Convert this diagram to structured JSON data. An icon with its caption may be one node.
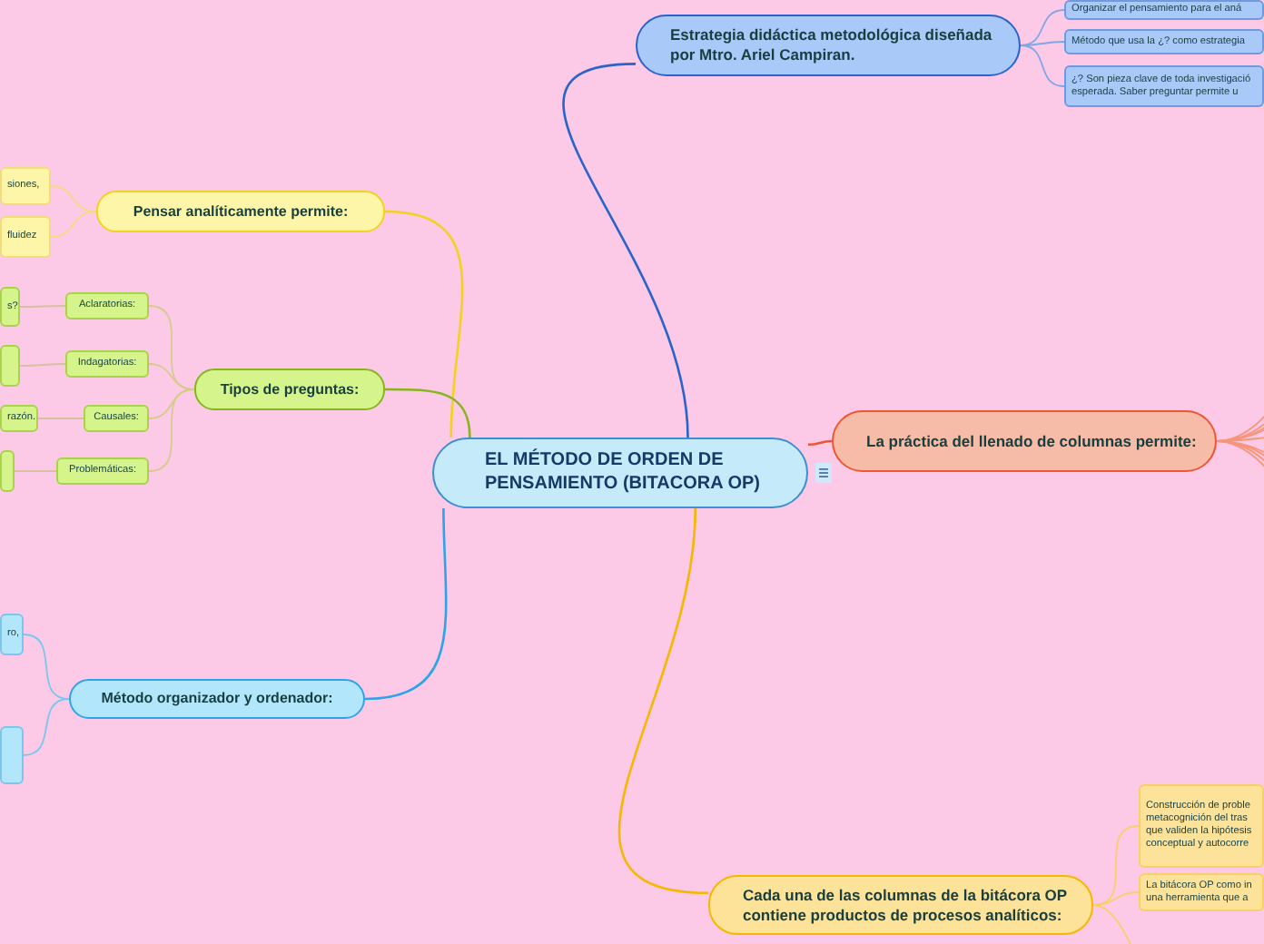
{
  "diagram": {
    "nodes": [
      {
        "text": [
          "EL MÉTODO DE ORDEN DE PENSAMIENTO (BITACORA OP)"
        ]
      },
      {
        "text": [
          "Estrategia didáctica metodológica diseñada por Mtro. Ariel Campiran."
        ]
      },
      {
        "text": [
          "Organizar el pensamiento para el aná"
        ]
      },
      {
        "text": [
          "Método que usa la ¿? como estrategia"
        ]
      },
      {
        "text": [
          "¿? Son pieza clave de toda investigació esperada. Saber preguntar permite u"
        ]
      },
      {
        "text": [
          "La práctica del llenado de columnas permite:"
        ]
      },
      {
        "text": [
          "Cada una de las columnas de la bitácora OP contiene productos de procesos analíticos:"
        ]
      },
      {
        "text": [
          "Construcción de proble metacognición del tras que validen la hipótesis conceptual y autocorre"
        ]
      },
      {
        "text": [
          "La bitácora OP como in una herramienta que a"
        ]
      },
      {
        "text": [
          "Pensar analíticamente permite:"
        ]
      },
      {
        "text": [
          "siones,"
        ]
      },
      {
        "text": [
          "fluidez"
        ]
      },
      {
        "text": [
          "Tipos de preguntas:"
        ]
      },
      {
        "text": [
          "Aclaratorias:"
        ]
      },
      {
        "text": [
          "s?"
        ]
      },
      {
        "text": [
          "Indagatorias:"
        ]
      },
      {
        "text": [],
        "shape": "box"
      },
      {
        "text": [
          "Causales:"
        ]
      },
      {
        "text": [
          "razón."
        ]
      },
      {
        "text": [
          "Problemáticas:"
        ]
      },
      {
        "text": [],
        "shape": "box"
      },
      {
        "text": [
          "Método organizador y ordenador:"
        ]
      },
      {
        "text": [
          "ro,"
        ]
      },
      {
        "text": [],
        "shape": "box"
      }
    ],
    "edges": [
      {
        "from": 0,
        "to": 1,
        "arrow": "none",
        "color": "#2a64c8"
      },
      {
        "from": 1,
        "to": 2,
        "arrow": "none",
        "color": "#7fa6e6"
      },
      {
        "from": 1,
        "to": 3,
        "arrow": "none",
        "color": "#7fa6e6"
      },
      {
        "from": 1,
        "to": 4,
        "arrow": "none",
        "color": "#7fa6e6"
      },
      {
        "from": 0,
        "to": 5,
        "arrow": "none",
        "color": "#ee5533"
      },
      {
        "from": 5,
        "to": null,
        "arrow": "none",
        "color": "#f4967a"
      },
      {
        "from": 5,
        "to": null,
        "arrow": "none",
        "color": "#f4967a"
      },
      {
        "from": 5,
        "to": null,
        "arrow": "none",
        "color": "#f4967a"
      },
      {
        "from": 5,
        "to": null,
        "arrow": "none",
        "color": "#f4967a"
      },
      {
        "from": 5,
        "to": null,
        "arrow": "none",
        "color": "#f4967a"
      },
      {
        "from": 5,
        "to": null,
        "arrow": "none",
        "color": "#f4967a"
      },
      {
        "from": 5,
        "to": null,
        "arrow": "none",
        "color": "#f4967a"
      },
      {
        "from": 5,
        "to": null,
        "arrow": "none",
        "color": "#f4967a"
      },
      {
        "from": 5,
        "to": null,
        "arrow": "none",
        "color": "#f4967a"
      },
      {
        "from": 0,
        "to": 6,
        "arrow": "none",
        "color": "#f5b800"
      },
      {
        "from": 6,
        "to": 7,
        "arrow": "none",
        "color": "#f8cf6a"
      },
      {
        "from": 6,
        "to": 8,
        "arrow": "none",
        "color": "#f8cf6a"
      },
      {
        "from": 6,
        "to": null,
        "arrow": "none",
        "color": "#f8cf6a"
      },
      {
        "from": 0,
        "to": 9,
        "arrow": "none",
        "color": "#f2d21c"
      },
      {
        "from": 9,
        "to": 10,
        "arrow": "none",
        "color": "#f3dc7a"
      },
      {
        "from": 9,
        "to": 11,
        "arrow": "none",
        "color": "#f3dc7a"
      },
      {
        "from": 0,
        "to": 12,
        "arrow": "none",
        "color": "#86b51c"
      },
      {
        "from": 12,
        "to": 13,
        "arrow": "none",
        "color": "#d4cc8a"
      },
      {
        "from": 13,
        "to": 14,
        "arrow": "none",
        "color": "#d4c2a0"
      },
      {
        "from": 12,
        "to": 15,
        "arrow": "none",
        "color": "#d4cc8a"
      },
      {
        "from": 15,
        "to": 16,
        "arrow": "none",
        "color": "#d4c2a0"
      },
      {
        "from": 12,
        "to": 17,
        "arrow": "none",
        "color": "#d4cc8a"
      },
      {
        "from": 17,
        "to": 18,
        "arrow": "none",
        "color": "#d4c2a0"
      },
      {
        "from": 12,
        "to": 19,
        "arrow": "none",
        "color": "#d4cc8a"
      },
      {
        "from": 19,
        "to": 20,
        "arrow": "none",
        "color": "#d4c2a0"
      },
      {
        "from": 0,
        "to": 21,
        "arrow": "none",
        "color": "#2ea4e8"
      },
      {
        "from": 21,
        "to": 22,
        "arrow": "none",
        "color": "#7cc6ee"
      },
      {
        "from": 21,
        "to": 23,
        "arrow": "none",
        "color": "#7cc6ee"
      }
    ]
  }
}
